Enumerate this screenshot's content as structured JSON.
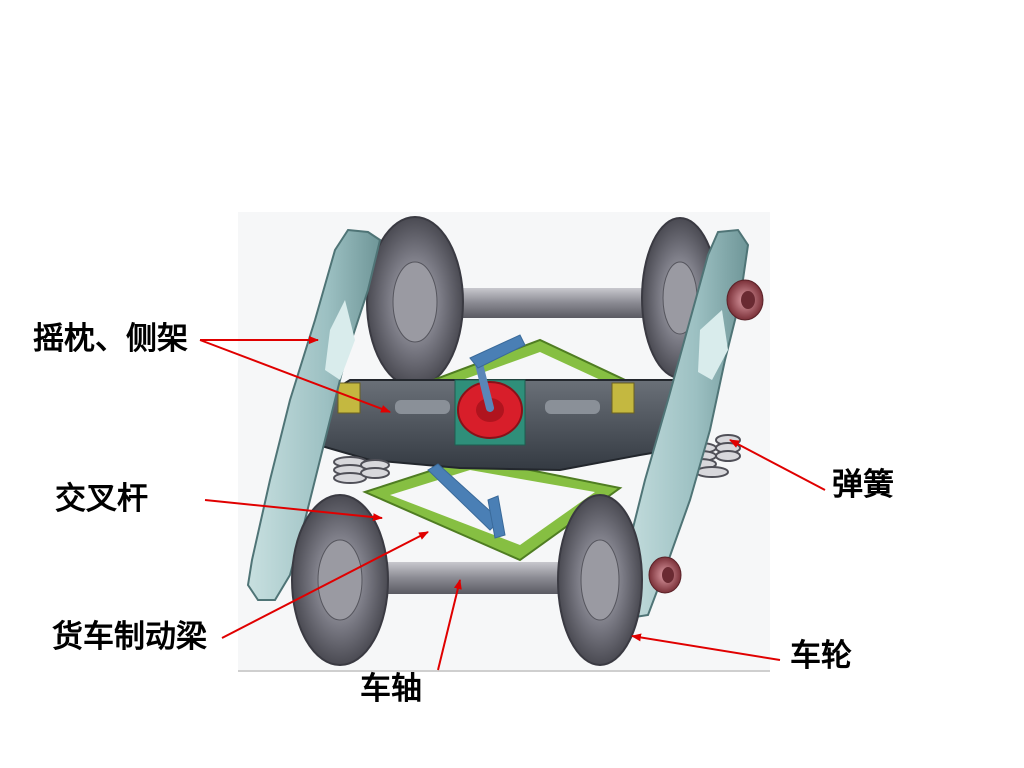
{
  "labels": {
    "bolster_sideframe": "摇枕、侧架",
    "cross_bar": "交叉杆",
    "brake_beam": "货车制动梁",
    "axle": "车轴",
    "spring": "弹簧",
    "wheel": "车轮"
  },
  "colors": {
    "arrow": "#e00000",
    "side_frame": "#9fc4c4",
    "wheel": "#6e6e76",
    "axle": "#8c8c92",
    "bolster": "#4a5058",
    "brake_beam": "#7cb33a",
    "center_plate": "#d81e2a",
    "center_base": "#2f8f7a",
    "link": "#4a7fb5",
    "bearing": "#b5606a"
  }
}
